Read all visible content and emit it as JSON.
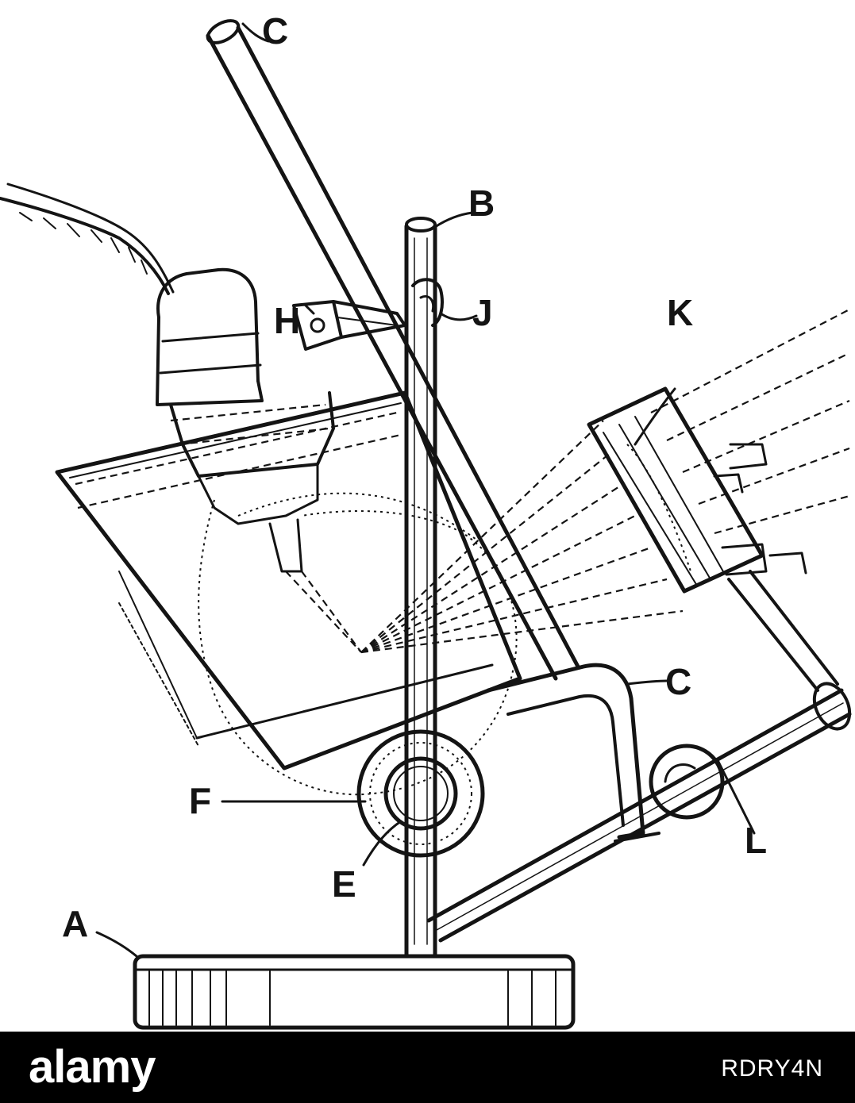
{
  "diagram": {
    "labels": {
      "A": "A",
      "B": "B",
      "C_top": "C",
      "C_mid": "C",
      "E": "E",
      "F": "F",
      "H": "H",
      "J": "J",
      "K": "K",
      "L": "L"
    }
  },
  "footer": {
    "logo_text": "alamy",
    "image_id": "RDRY4N"
  },
  "colors": {
    "ink": "#141414",
    "background": "#ffffff",
    "footer_bg": "#000000",
    "footer_text": "#ffffff"
  }
}
